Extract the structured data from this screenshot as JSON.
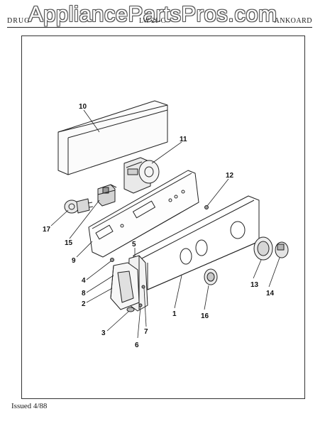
{
  "watermark": "AppliancePartsPros.com",
  "header": {
    "left": "DRUG",
    "middle": "LW 21-C",
    "right": "ANKOARD"
  },
  "footer": {
    "issued": "Issued 4/88"
  },
  "callouts": [
    "1",
    "2",
    "3",
    "4",
    "5",
    "6",
    "7",
    "8",
    "9",
    "10",
    "11",
    "12",
    "13",
    "14",
    "15",
    "16",
    "17"
  ]
}
